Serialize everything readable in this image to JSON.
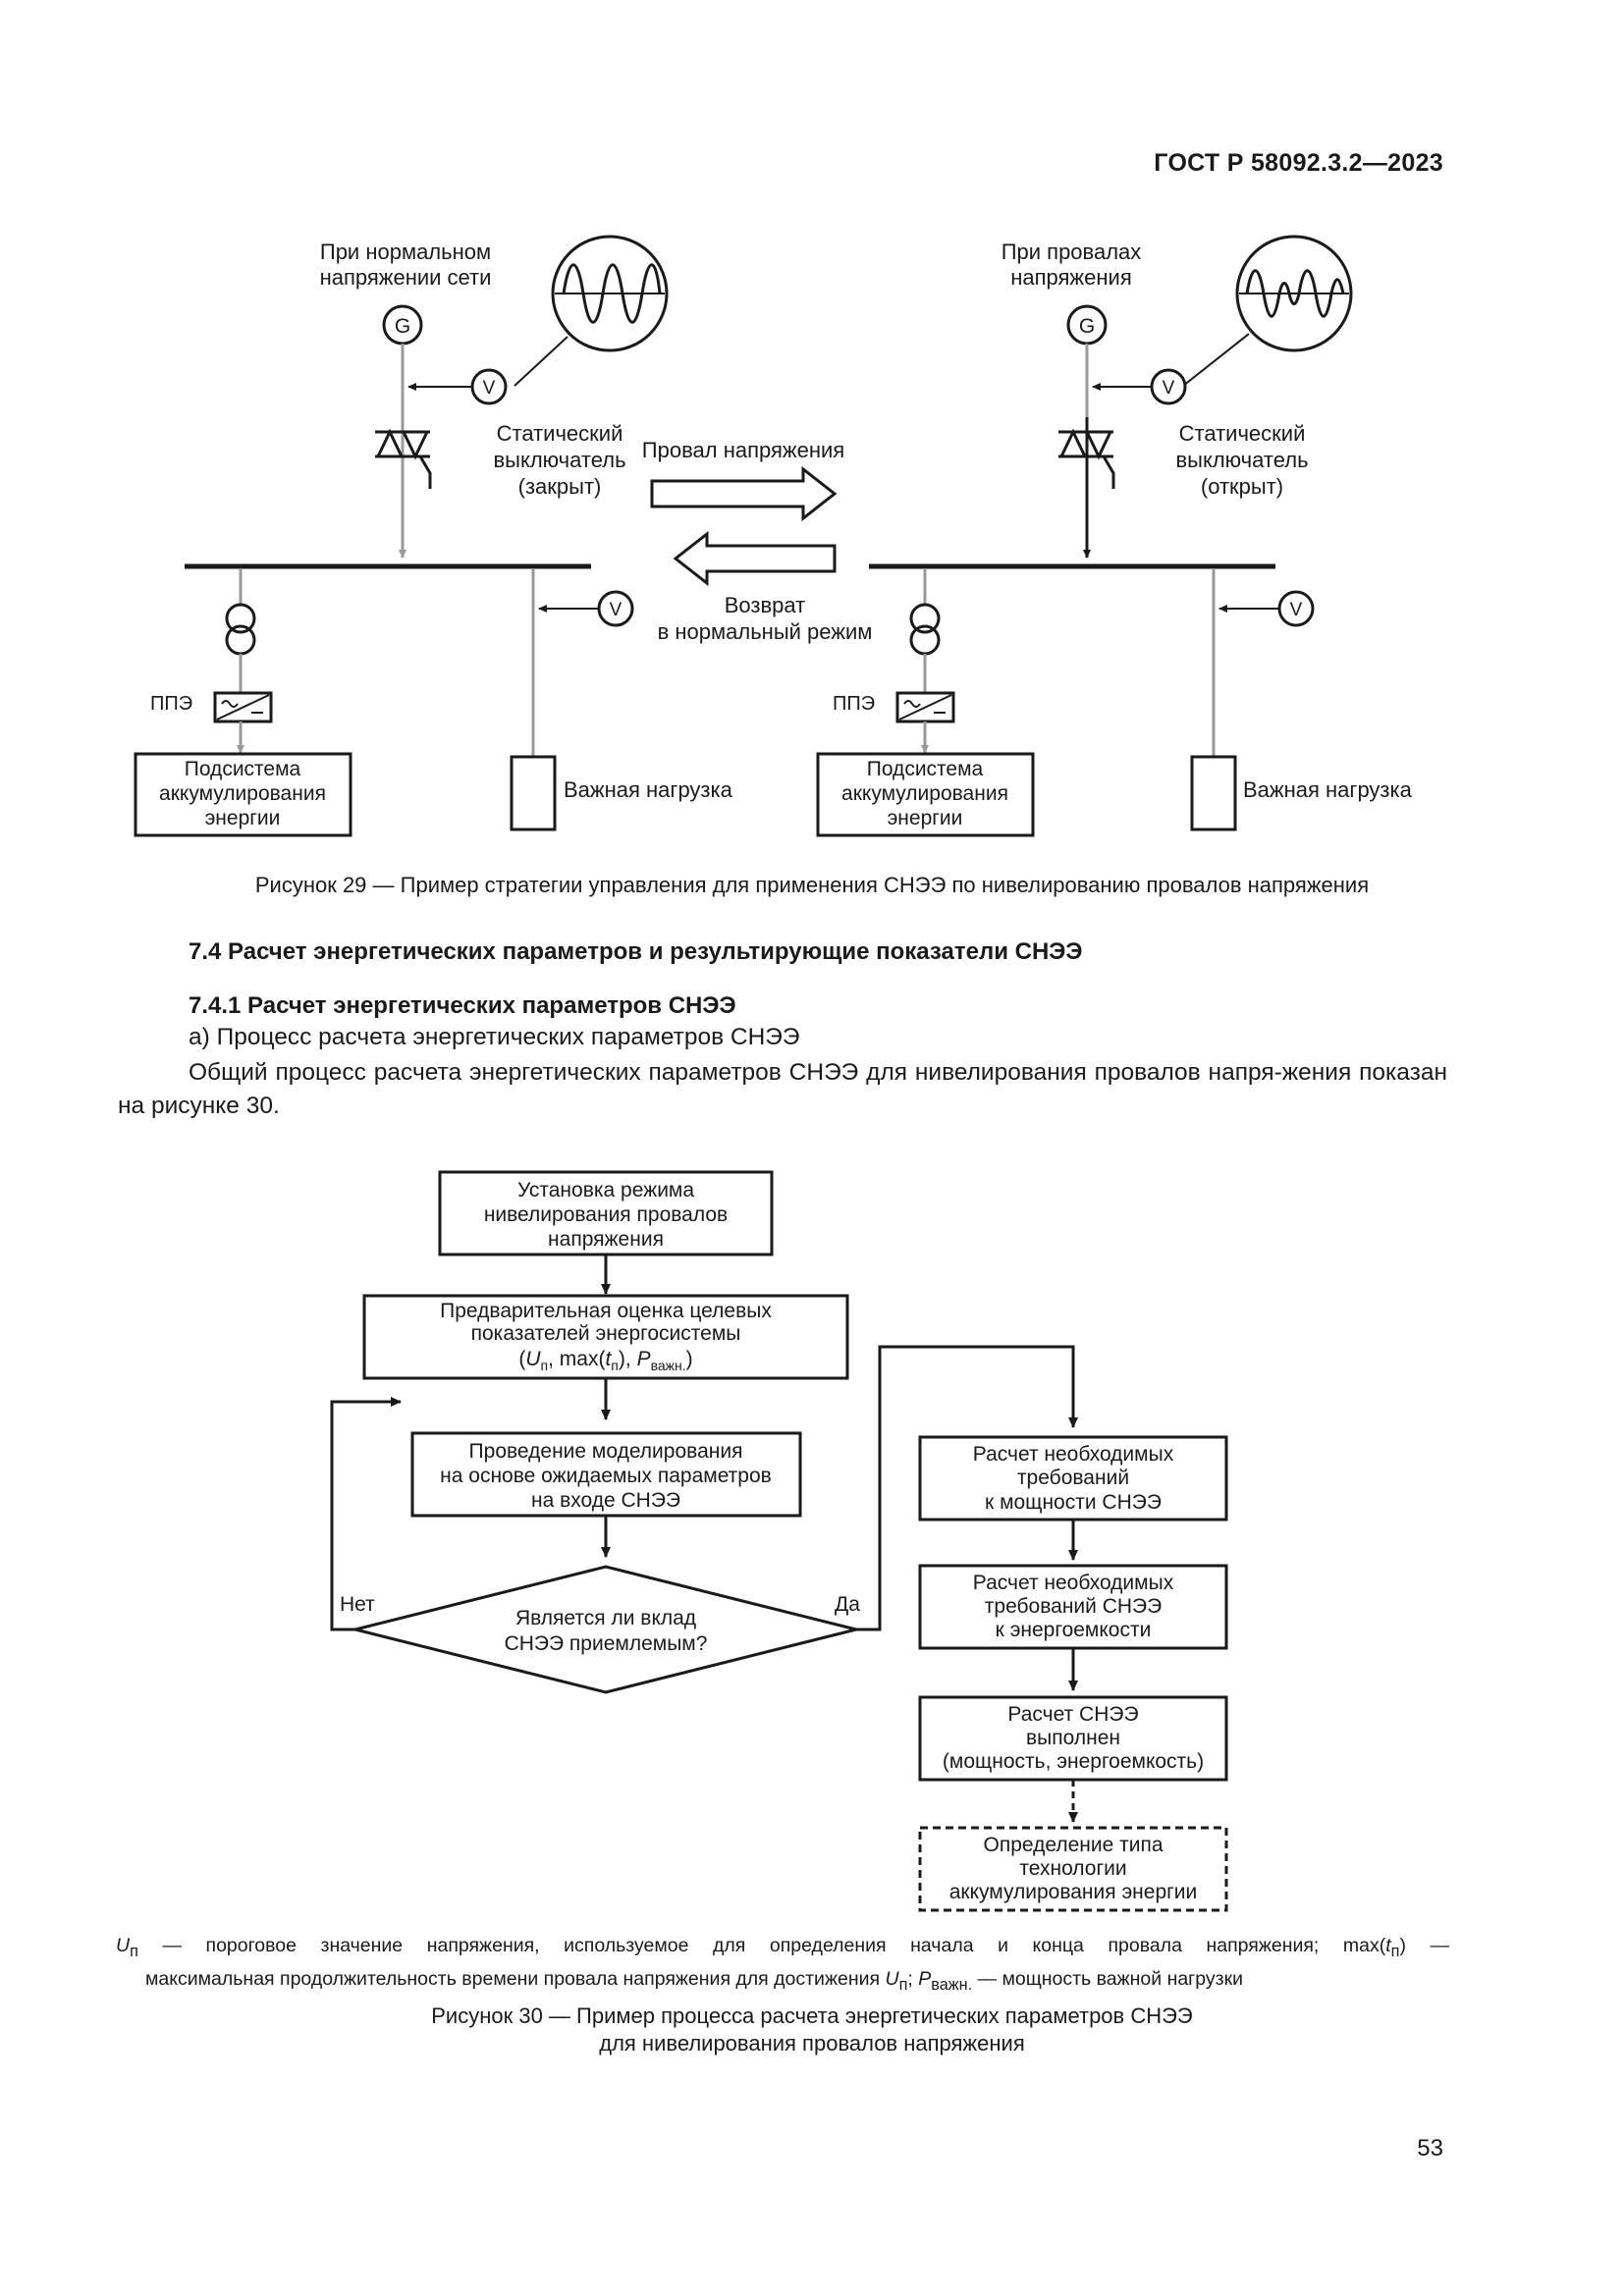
{
  "header": {
    "standard_id": "ГОСТ Р 58092.3.2—2023"
  },
  "figure29": {
    "left": {
      "state_label_1": "При нормальном",
      "state_label_2": "напряжении сети",
      "generator": "G",
      "voltmeter": "V",
      "switch_label_1": "Статический",
      "switch_label_2": "выключатель",
      "switch_label_3": "(закрыт)",
      "ppe": "ППЭ",
      "storage_1": "Подсистема",
      "storage_2": "аккумулирования",
      "storage_3": "энергии",
      "load": "Важная нагрузка"
    },
    "right": {
      "state_label_1": "При провалах",
      "state_label_2": "напряжения",
      "generator": "G",
      "voltmeter": "V",
      "switch_label_1": "Статический",
      "switch_label_2": "выключатель",
      "switch_label_3": "(открыт)",
      "ppe": "ППЭ",
      "storage_1": "Подсистема",
      "storage_2": "аккумулирования",
      "storage_3": "энергии",
      "load": "Важная нагрузка"
    },
    "arrow_forward": "Провал напряжения",
    "arrow_back_1": "Возврат",
    "arrow_back_2": "в нормальный режим",
    "caption": "Рисунок 29 — Пример стратегии управления для применения СНЭЭ по нивелированию провалов напряжения"
  },
  "section_7_4": {
    "title": "7.4  Расчет энергетических параметров и результирующие показатели СНЭЭ"
  },
  "section_7_4_1": {
    "title": "7.4.1  Расчет энергетических параметров СНЭЭ",
    "item_a": "а)  Процесс расчета энергетических параметров СНЭЭ",
    "paragraph": "Общий процесс расчета энергетических параметров СНЭЭ для нивелирования провалов напря-жения показан на рисунке 30."
  },
  "figure30": {
    "box1": [
      "Установка режима",
      "нивелирования провалов",
      "напряжения"
    ],
    "box2": [
      "Предварительная оценка целевых",
      "показателей энергосистемы"
    ],
    "box2_formula": {
      "open": "(",
      "U": "U",
      "U_sub": "п",
      "sep1": ", max(",
      "t": "t",
      "t_sub": "п",
      "sep2": "), ",
      "P": "P",
      "P_sub": "важн.",
      "close": ")"
    },
    "box3": [
      "Проведение моделирования",
      "на основе ожидаемых параметров",
      "на входе СНЭЭ"
    ],
    "decision": [
      "Является ли вклад",
      "СНЭЭ приемлемым?"
    ],
    "no_label": "Нет",
    "yes_label": "Да",
    "box4": [
      "Расчет необходимых",
      "требований",
      "к мощности СНЭЭ"
    ],
    "box5": [
      "Расчет необходимых",
      "требований СНЭЭ",
      "к энергоемкости"
    ],
    "box6": [
      "Расчет СНЭЭ",
      "выполнен",
      "(мощность, энергоемкость)"
    ],
    "box7": [
      "Определение типа",
      "технологии",
      "аккумулирования энергии"
    ],
    "note_line1": "— пороговое значение напряжения, используемое для определения начала и конца провала напряжения; max(",
    "note_line2a": "максимальная продолжительность времени провала напряжения для достижения",
    "note_line2b": "— мощность важной нагрузки",
    "caption_1": "Рисунок 30 — Пример процесса расчета энергетических параметров СНЭЭ",
    "caption_2": "для нивелирования провалов напряжения"
  },
  "page_number": "53"
}
